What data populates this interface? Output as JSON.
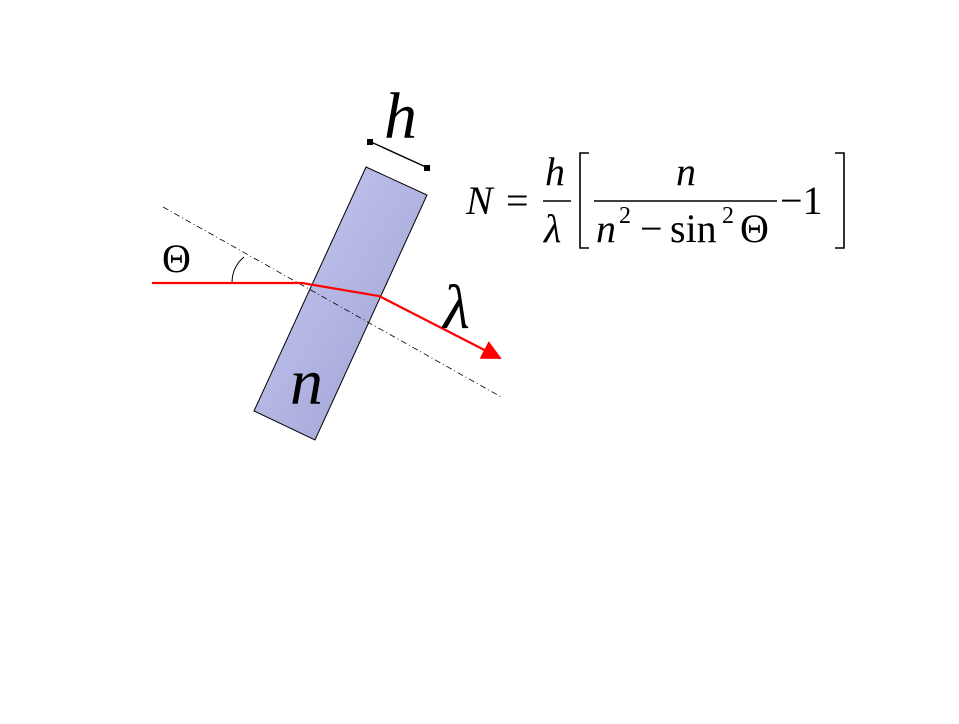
{
  "labels": {
    "thickness": "h",
    "index": "n",
    "angle": "Θ",
    "wavelength": "λ"
  },
  "formula": {
    "lhs": "N",
    "equals": "=",
    "frac_num": "h",
    "frac_den": "λ",
    "inner_num": "n",
    "inner_den_base": "n",
    "inner_den_exp": "2",
    "minus": "−",
    "sin": "sin",
    "sin_exp": "2",
    "theta": "Θ",
    "minus_one": "−1"
  },
  "colors": {
    "plate_light": "#c9ccf2",
    "plate_dark": "#9c9ed2",
    "plate_stroke": "#000000",
    "ray": "#ff0000",
    "ink": "#000000"
  }
}
